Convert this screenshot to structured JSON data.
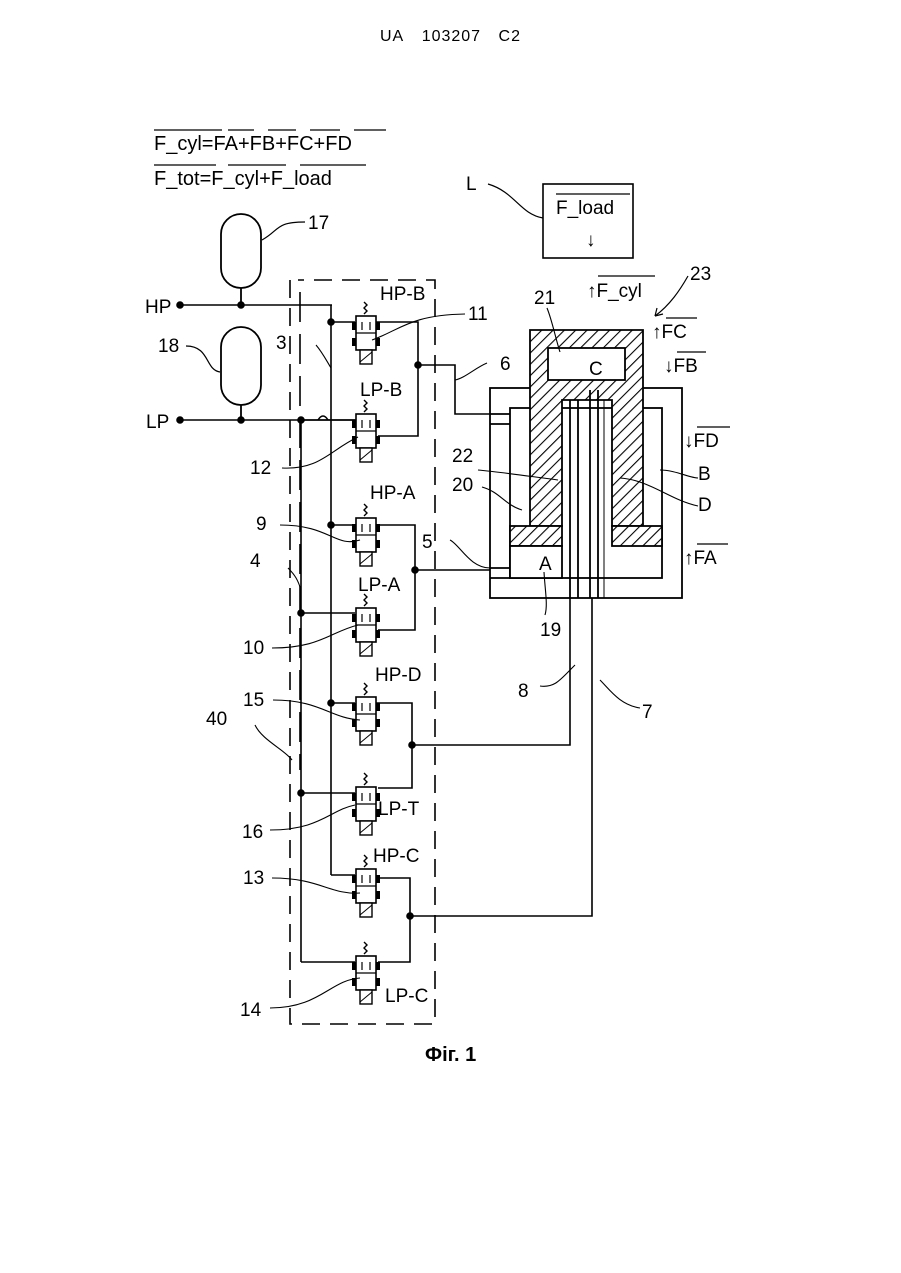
{
  "header": {
    "office": "UA",
    "number": "103207",
    "kind": "C2"
  },
  "equations": {
    "line1": {
      "a": "F_cyl",
      "eq": "=",
      "t1": "FA",
      "p1": "+",
      "t2": "FB",
      "p2": "+",
      "t3": "FC",
      "p3": "+",
      "t4": "FD"
    },
    "line2": {
      "a": "F_tot",
      "eq": "=",
      "t1": "F_cyl",
      "p1": "+",
      "t2": "F_load"
    }
  },
  "ports": {
    "hp": "HP",
    "lp": "LP"
  },
  "load": {
    "label": "L",
    "force": "F_load",
    "arrow": "↓"
  },
  "cylinder_force": {
    "arrow": "↑",
    "label": "F_cyl"
  },
  "forces": {
    "fc": "FC",
    "fb": "FB",
    "fd": "FD",
    "fa": "FA",
    "up": "↑",
    "down": "↓"
  },
  "chambers": {
    "a": "A",
    "b": "B",
    "c": "C",
    "d": "D"
  },
  "valves": {
    "hpb": "HP-B",
    "lpb": "LP-B",
    "hpa": "HP-A",
    "lpa": "LP-A",
    "hpd": "HP-D",
    "lpt": "LP-T",
    "hpc": "HP-C",
    "lpc": "LP-C"
  },
  "numbers": {
    "n3": "3",
    "n4": "4",
    "n5": "5",
    "n6": "6",
    "n7": "7",
    "n8": "8",
    "n9": "9",
    "n10": "10",
    "n11": "11",
    "n12": "12",
    "n13": "13",
    "n14": "14",
    "n15": "15",
    "n16": "16",
    "n17": "17",
    "n18": "18",
    "n19": "19",
    "n20": "20",
    "n21": "21",
    "n22": "22",
    "n23": "23",
    "n40": "40"
  },
  "caption": "Фіг. 1"
}
